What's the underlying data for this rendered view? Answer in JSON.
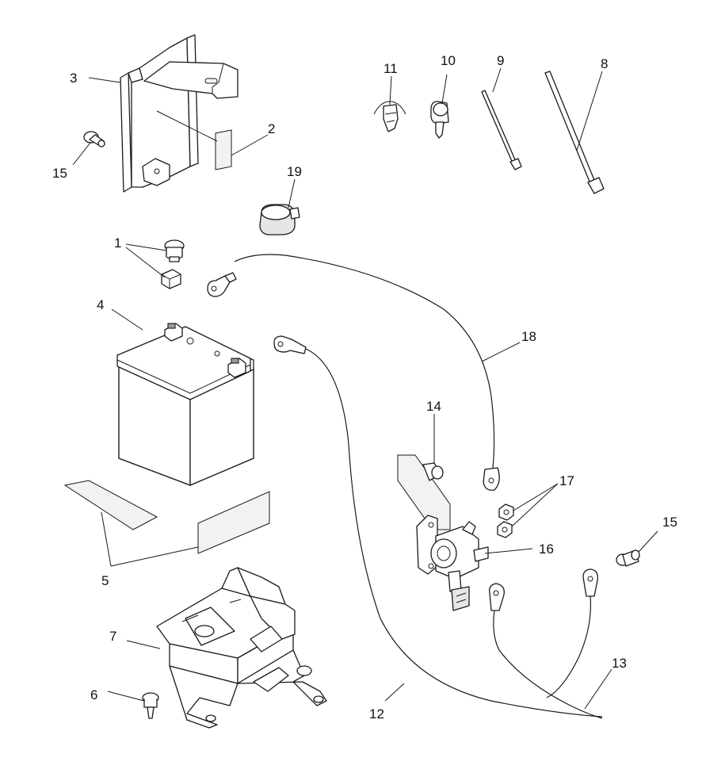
{
  "callouts": {
    "c1": "1",
    "c2": "2",
    "c3": "3",
    "c4": "4",
    "c5": "5",
    "c6": "6",
    "c7": "7",
    "c8": "8",
    "c9": "9",
    "c10": "10",
    "c11": "11",
    "c12": "12",
    "c13": "13",
    "c14": "14",
    "c15a": "15",
    "c15b": "15",
    "c16": "16",
    "c17": "17",
    "c18": "18",
    "c19": "19"
  },
  "colors": {
    "line": "#1a1a1a",
    "background": "#ffffff"
  }
}
